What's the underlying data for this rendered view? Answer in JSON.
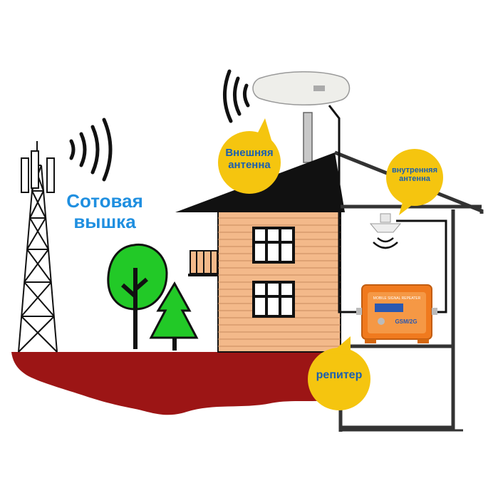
{
  "labels": {
    "tower_line1": "Сотовая",
    "tower_line2": "вышка",
    "external_line1": "Внешняя",
    "external_line2": "антенна",
    "internal_line1": "внутренняя",
    "internal_line2": "антенна",
    "repeater": "репитер",
    "repeater_screen_text": "GSM/2G",
    "repeater_brand": "MOBILE SIGNAL REPEATER"
  },
  "colors": {
    "bubble": "#f5c50f",
    "ground": "#9c1515",
    "brick": "#f3b98a",
    "roof": "#111111",
    "tree": "#22c927",
    "repeater": "#f07a1e",
    "label_text": "#1f8fe0"
  },
  "icons": [
    "cell-tower-icon",
    "signal-waves-icon",
    "panel-antenna-icon",
    "ceiling-antenna-icon",
    "repeater-icon",
    "tree-icon"
  ]
}
